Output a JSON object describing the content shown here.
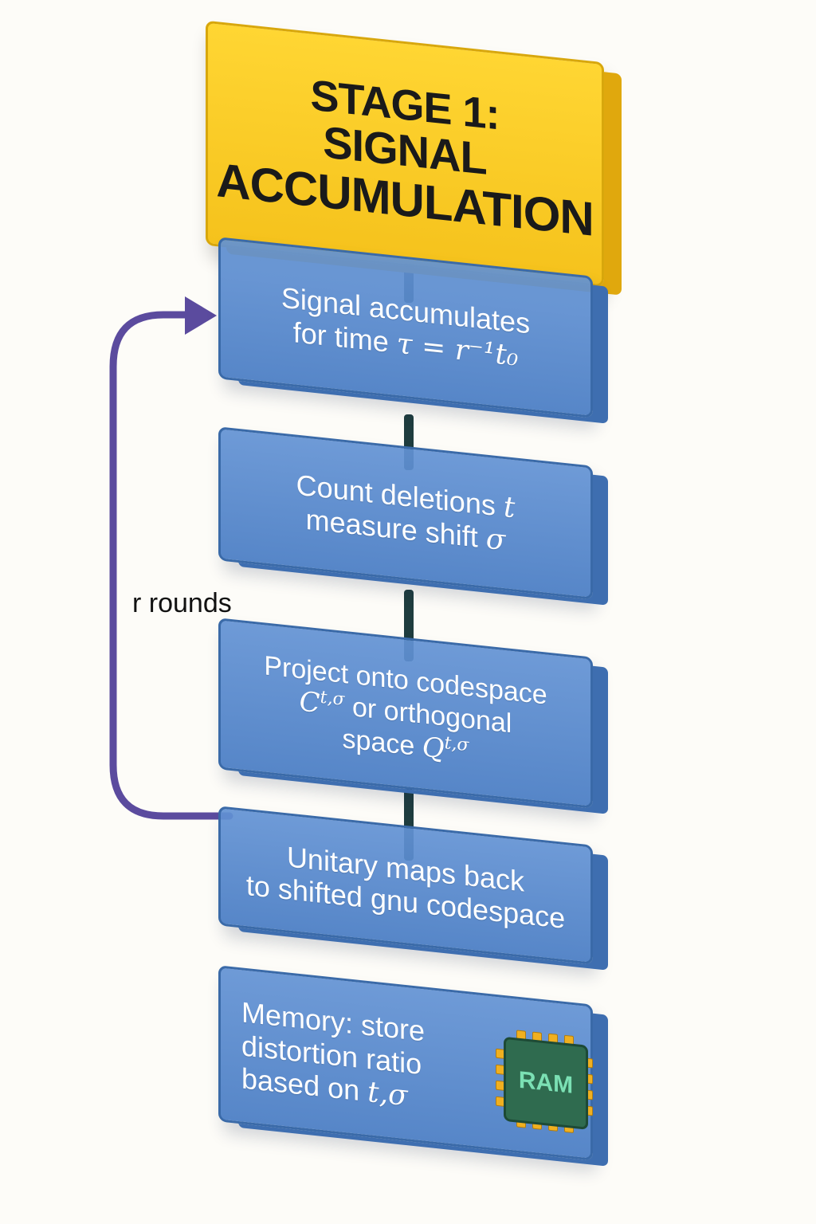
{
  "header": {
    "line1": "STAGE 1:",
    "line2": "SIGNAL",
    "line3": "ACCUMULATION"
  },
  "steps": [
    {
      "line1": "Signal accumulates",
      "line2_text": "for time ",
      "line2_math": "τ = r⁻¹t₀"
    },
    {
      "line1_text": "Count deletions ",
      "line1_math": "t",
      "line2_text": "measure shift ",
      "line2_math": "σ"
    },
    {
      "line1": "Project onto codespace",
      "line2_math": "C",
      "line2_sup": "t,σ",
      "line2_text": " or orthogonal",
      "line3_text": "space ",
      "line3_math": "Q",
      "line3_sup": "t,σ"
    },
    {
      "line1": "Unitary maps back",
      "line2": "to shifted gnu codespace"
    },
    {
      "line1": "Memory: store",
      "line2": "distortion ratio",
      "line3_text": "based on ",
      "line3_math": "t,σ"
    }
  ],
  "loop_label": "r rounds",
  "ram_label": "RAM",
  "colors": {
    "header_fill": "#f5c21c",
    "step_fill": "#4f83c8",
    "loop_arrow": "#5b4b9e",
    "connector": "#1f3d3f"
  }
}
